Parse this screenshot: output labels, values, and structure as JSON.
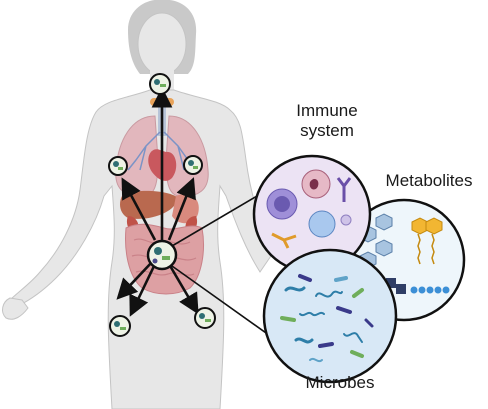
{
  "labels": {
    "immune_line1": "Immune",
    "immune_line2": "system",
    "metabolites": "Metabolites",
    "microbes": "Microbes"
  },
  "colors": {
    "body_fill": "#e6e6e6",
    "body_stroke": "#bdbdbd",
    "arrow": "#111111",
    "immune_circle": "#ece3f4",
    "metabolites_circle": "#eef6fb",
    "microbes_circle": "#d8e8f6",
    "microbe_icon_ring": "#8bc34a",
    "organs": "#d88f8f"
  }
}
